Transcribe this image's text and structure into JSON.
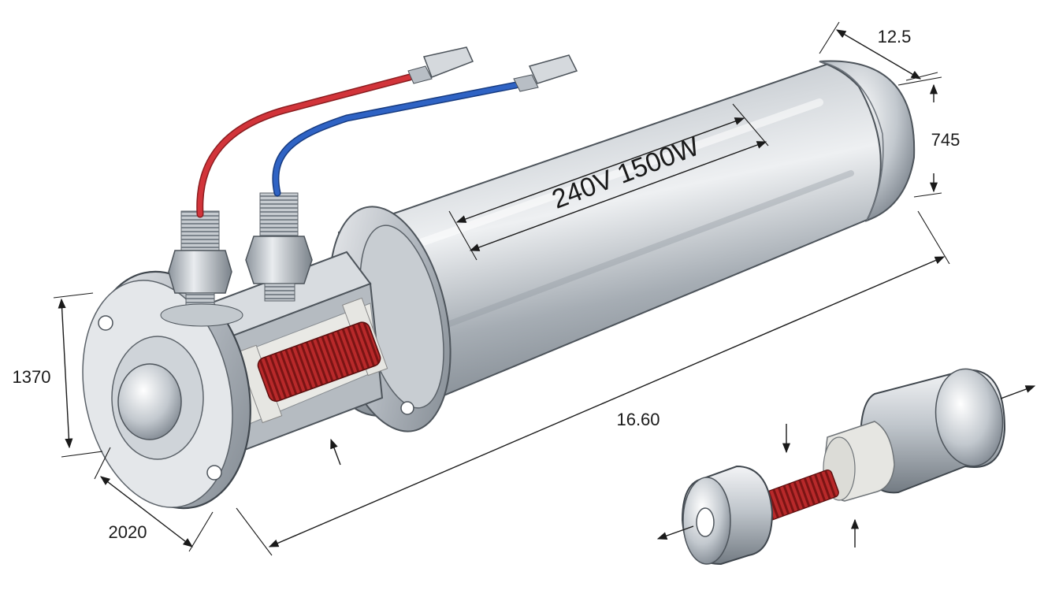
{
  "diagram": {
    "rating_label": "240V 1500W",
    "dimensions": {
      "diameter_top": "12.5",
      "height_right": "745",
      "flange_height": "1370",
      "flange_depth": "2020",
      "overall_length": "16.60"
    }
  },
  "colors": {
    "steel_light": "#eef0f2",
    "steel_mid": "#b8bec5",
    "steel_dark": "#6c737b",
    "coil": "#9c1c1c",
    "wire_red": "#d2343a",
    "wire_blue": "#2f63c4",
    "ceramic": "#e6e6e2"
  }
}
